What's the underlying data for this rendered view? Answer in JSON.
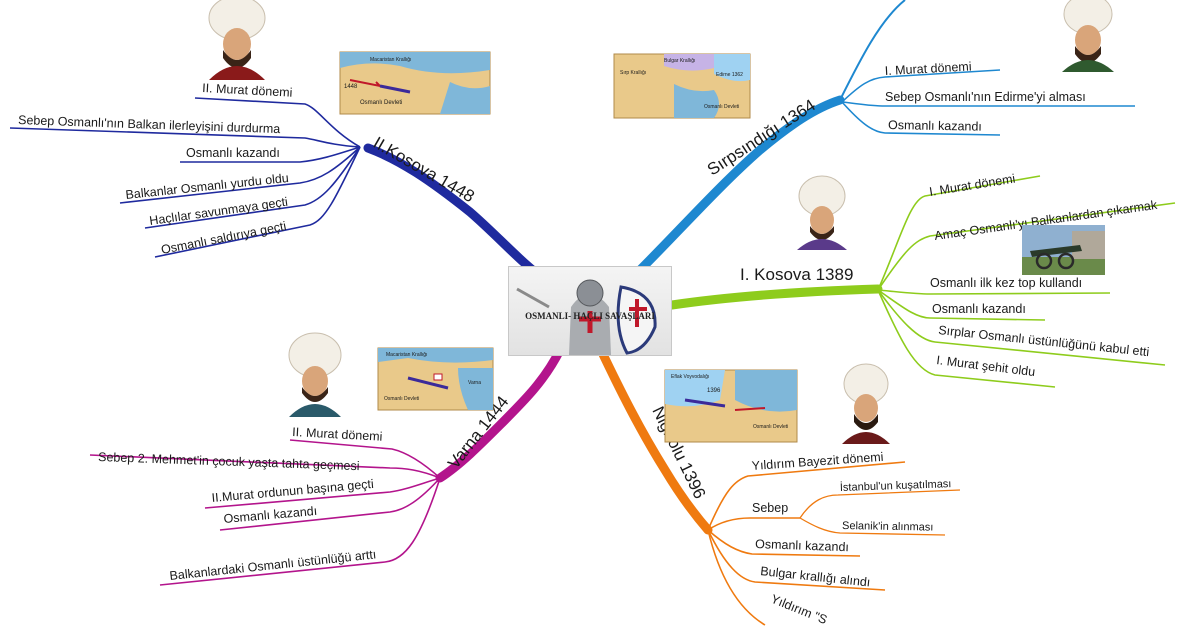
{
  "center": {
    "label": "OSMANLI- HAÇLI SAVAŞLARI"
  },
  "map_labels": {
    "kosova2": [
      "Macaristan Krallığı",
      "Osmanlı Devleti",
      "1448"
    ],
    "sirpsindigi": [
      "Sırp Krallığı",
      "Bulgar Krallığı",
      "Osmanlı Devleti",
      "Edirne 1362"
    ],
    "varna": [
      "Macaristan Krallığı",
      "Osmanlı Devleti",
      "Varna"
    ],
    "nigbolu": [
      "Eflak Voyvodalığı",
      "1396",
      "Osmanlı Devleti"
    ]
  },
  "branches": {
    "kosova2": {
      "title": "II.Kosova 1448",
      "color": "#1f2a9e",
      "items": [
        "II. Murat dönemi",
        "Sebep Osmanlı'nın Balkan ilerleyişini durdurma",
        "Osmanlı kazandı",
        "Balkanlar Osmanlı yurdu oldu",
        "Haçlılar savunmaya geçti",
        "Osmanlı saldırıya geçti"
      ]
    },
    "sirpsindigi": {
      "title": "Sırpsındığı 1364",
      "color": "#1e88d0",
      "items": [
        "I. Murat dönemi",
        "Sebep Osmanlı'nın Edirme'yi alması",
        "Osmanlı kazandı"
      ]
    },
    "kosova1": {
      "title": "I. Kosova 1389",
      "color": "#8ecc1c",
      "items": [
        "I. Murat dönemi",
        "Amaç Osmanlı'yı Balkanlardan çıkarmak",
        "Osmanlı ilk kez top kullandı",
        "Osmanlı kazandı",
        "Sırplar Osmanlı üstünlüğünü kabul etti",
        "I. Murat şehit oldu"
      ]
    },
    "varna": {
      "title": "Varna 1444",
      "color": "#b3148c",
      "items": [
        "II. Murat dönemi",
        "Sebep 2. Mehmet'in çocuk yaşta tahta geçmesi",
        "II.Murat ordunun başına geçti",
        "Osmanlı kazandı",
        "Balkanlardaki Osmanlı üstünlüğü arttı"
      ]
    },
    "nigbolu": {
      "title": "Niğbolu 1396",
      "color": "#ef7a10",
      "items": [
        "Yıldırım Bayezit dönemi",
        "Sebep",
        "Osmanlı kazandı",
        "Bulgar krallığı alındı",
        "Yıldırım \"S"
      ],
      "sub_items": [
        "İstanbul'un kuşatılması",
        "Selanik'in alınması"
      ]
    }
  }
}
